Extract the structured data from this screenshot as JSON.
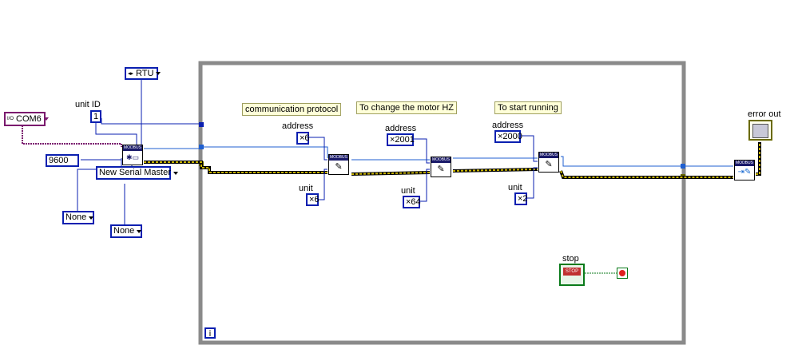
{
  "com_port": {
    "value": "COM6",
    "prefix": "I/O"
  },
  "mode_ring": {
    "value": "RTU"
  },
  "unit_id": {
    "label": "unit ID",
    "value": "1"
  },
  "baud": {
    "value": "9600"
  },
  "master_type": {
    "value": "New Serial Master"
  },
  "parity": {
    "value": "None"
  },
  "flow": {
    "value": "None"
  },
  "notes": {
    "protocol": "communication protocol",
    "motor_hz": "To change the motor HZ",
    "start": "To start running"
  },
  "writes": [
    {
      "address_label": "address",
      "address": "×6",
      "unit_label": "unit",
      "unit": "×6"
    },
    {
      "address_label": "address",
      "address": "×2001",
      "unit_label": "unit",
      "unit": "×64"
    },
    {
      "address_label": "address",
      "address": "×2000",
      "unit_label": "unit",
      "unit": "×2"
    }
  ],
  "stop": {
    "label": "stop",
    "button": "STOP"
  },
  "error_out": {
    "label": "error out"
  },
  "loop_iteration": "i",
  "modbus_tag": "MODBUS",
  "colors": {
    "wire_blue": "#1f5fd0",
    "error_wire": "#c8b400",
    "control_border": "#0a1fb0",
    "com_purple": "#7a1a6e",
    "loop_gray": "#8a8a8a"
  }
}
